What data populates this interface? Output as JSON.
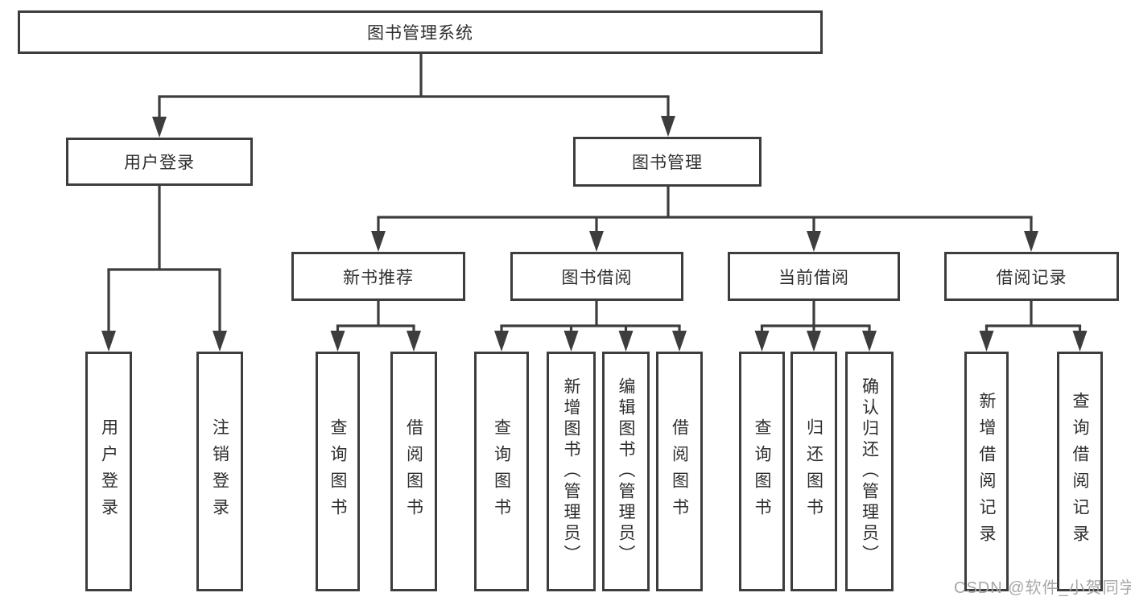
{
  "diagram": {
    "nodes": {
      "root": "图书管理系统",
      "userLogin": "用户登录",
      "bookMgmt": "图书管理",
      "newBookRec": "新书推荐",
      "bookBorrow": "图书借阅",
      "currentBorrow": "当前借阅",
      "borrowRecords": "借阅记录",
      "userLoginLeaf": "用户登录",
      "logoutLeaf": "注销登录",
      "recQuery": "查询图书",
      "recBorrow": "借阅图书",
      "bbQuery": "查询图书",
      "bbAdd": "新增图书（管理员）",
      "bbEdit": "编辑图书（管理员）",
      "bbBorrow": "借阅图书",
      "cbQuery": "查询图书",
      "cbReturn": "归还图书",
      "cbConfirm": "确认归还（管理员）",
      "brAdd": "新增借阅记录",
      "brQuery": "查询借阅记录"
    },
    "hierarchy": {
      "图书管理系统": {
        "用户登录": [
          "用户登录",
          "注销登录"
        ],
        "图书管理": {
          "新书推荐": [
            "查询图书",
            "借阅图书"
          ],
          "图书借阅": [
            "查询图书",
            "新增图书（管理员）",
            "编辑图书（管理员）",
            "借阅图书"
          ],
          "当前借阅": [
            "查询图书",
            "归还图书",
            "确认归还（管理员）"
          ],
          "借阅记录": [
            "新增借阅记录",
            "查询借阅记录"
          ]
        }
      }
    },
    "colors": {
      "line": "#3d3d3d",
      "box_border": "#3d3d3d",
      "text": "#2e2e2e",
      "background": "#ffffff",
      "watermark": "#a6a6a6"
    }
  },
  "watermark": {
    "text": "CSDN @软件_小贺同学"
  }
}
